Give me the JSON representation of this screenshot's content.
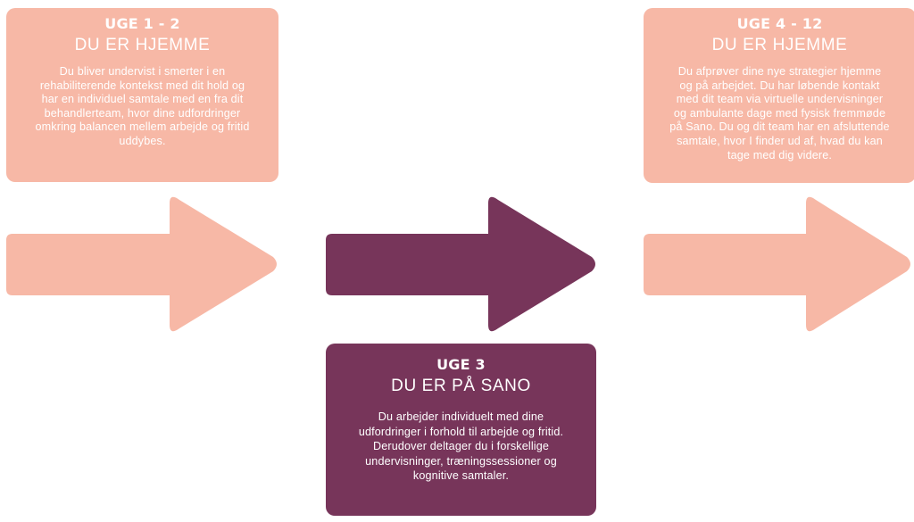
{
  "colors": {
    "peach": "#f7b8a6",
    "plum": "#77355a",
    "text": "#ffffff"
  },
  "steps": [
    {
      "week": "UGE 1 - 2",
      "heading": "DU ER HJEMME",
      "lines": [
        "Du bliver undervist i smerter i en",
        "rehabiliterende kontekst med dit hold og",
        "har en individuel samtale med en fra dit",
        "behandlerteam, hvor dine udfordringer",
        "omkring balancen mellem arbejde og fritid",
        "uddybes."
      ]
    },
    {
      "week": "UGE 3",
      "heading": "DU ER PÅ SANO",
      "lines": [
        "Du arbejder individuelt med dine",
        "udfordringer i forhold til arbejde og fritid.",
        "Derudover deltager du i forskellige",
        "undervisninger, træningssessioner og",
        "kognitive samtaler."
      ]
    },
    {
      "week": "UGE 4 - 12",
      "heading": "DU ER HJEMME",
      "lines": [
        "Du afprøver dine nye strategier hjemme",
        "og på arbejdet. Du har løbende kontakt",
        "med dit team via virtuelle undervisninger",
        "og ambulante dage med fysisk fremmøde",
        "på Sano. Du og dit team har en afsluttende",
        "samtale, hvor I finder ud af, hvad du kan",
        "tage med dig videre."
      ]
    }
  ]
}
